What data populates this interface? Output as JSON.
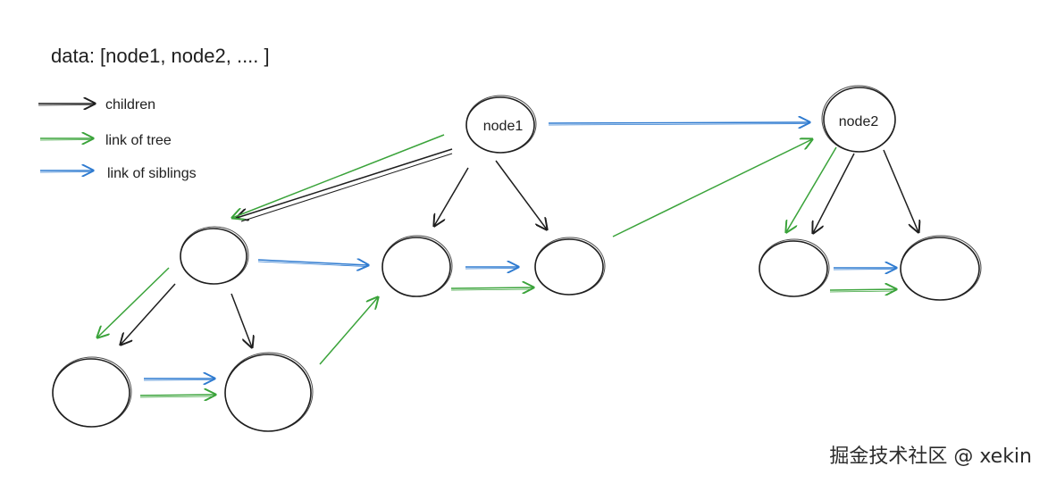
{
  "title": "data: [node1, node2, .... ]",
  "legend": [
    {
      "label": "children",
      "kind": "children"
    },
    {
      "label": "link of tree",
      "kind": "tree"
    },
    {
      "label": "link of siblings",
      "kind": "siblings"
    }
  ],
  "colors": {
    "children": "#1e1e1e",
    "tree": "#3aa33a",
    "siblings": "#2f7bd0"
  },
  "nodes": {
    "node1": {
      "label": "node1"
    },
    "node2": {
      "label": "node2"
    }
  },
  "watermark": "掘金技术社区 @ xekin"
}
